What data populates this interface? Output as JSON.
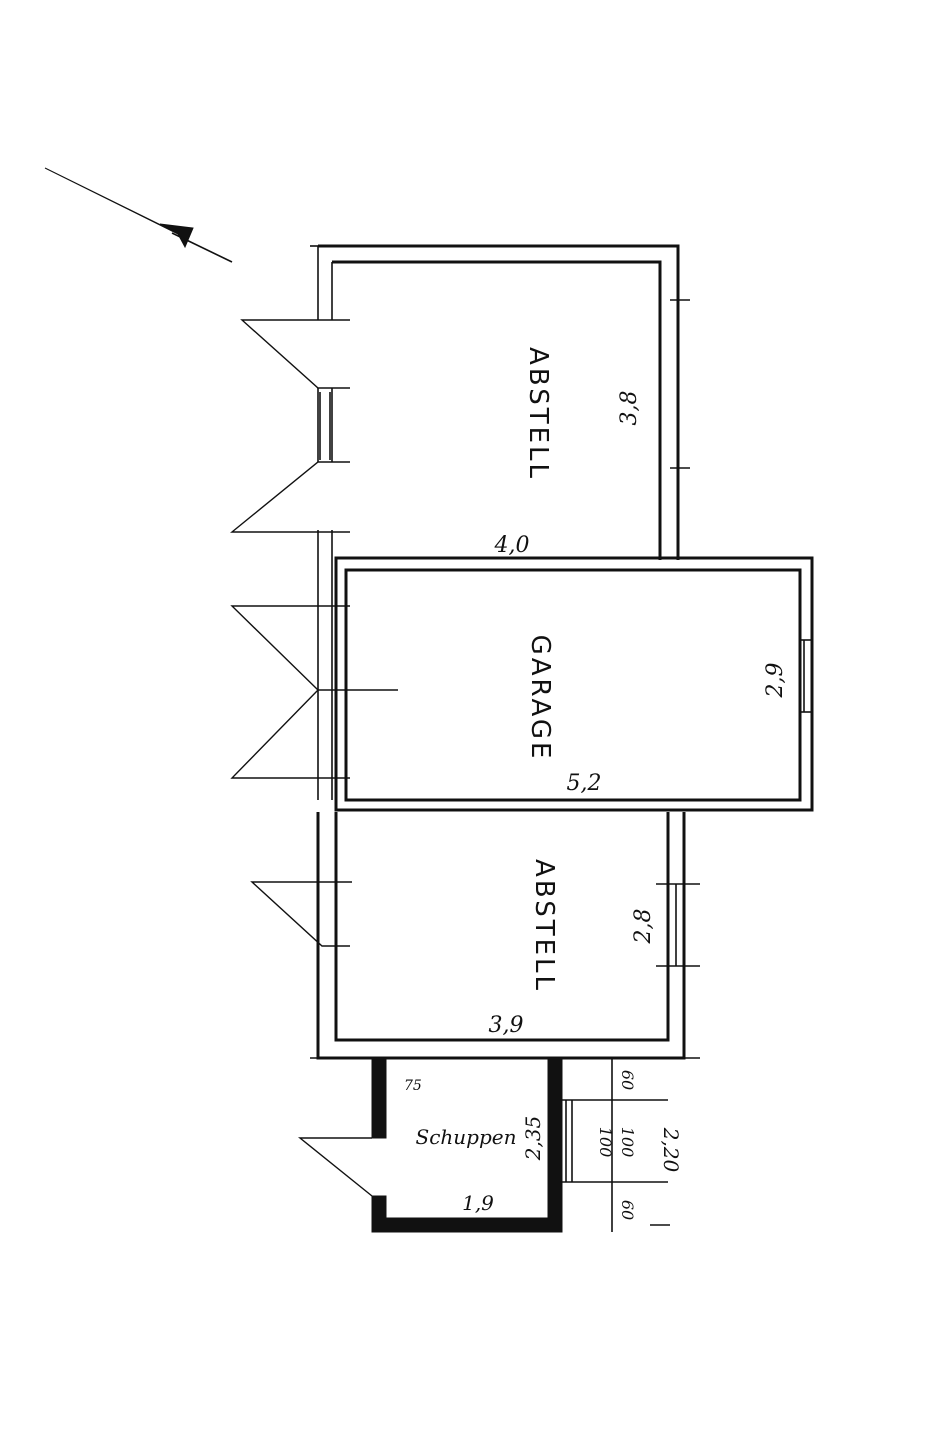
{
  "rooms": {
    "top": {
      "label": "ABSTELL",
      "width": "4,0",
      "depth": "3,8"
    },
    "garage": {
      "label": "GARAGE",
      "width": "5,2",
      "depth": "2,9"
    },
    "bottom": {
      "label": "ABSTELL",
      "width": "3,9",
      "depth": "2,8"
    },
    "shed": {
      "label": "Schuppen",
      "width": "1,9",
      "depth": "2,35"
    }
  },
  "dimensions": {
    "side_60a": "60",
    "side_100": "100",
    "side_60b": "60",
    "side_100b": "100",
    "total": "2,20",
    "small_mark": "75"
  },
  "north_arrow": {
    "icon": "north-arrow-icon"
  }
}
